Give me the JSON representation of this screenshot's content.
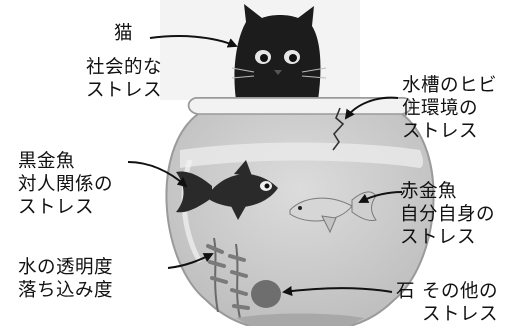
{
  "labels": {
    "cat": [
      "猫",
      "社会的な",
      "ストレス"
    ],
    "crack": [
      "水槽のヒビ",
      "住環境の",
      "ストレス"
    ],
    "black_goldfish": [
      "黒金魚",
      "対人関係の",
      "ストレス"
    ],
    "red_goldfish": [
      "赤金魚",
      "自分自身の",
      "ストレス"
    ],
    "water": [
      "水の透明度",
      "落ち込み度"
    ],
    "stone": [
      "石",
      "その他の",
      "ストレス"
    ]
  },
  "colors": {
    "ink": "#111111",
    "water": "#cfcfcf",
    "water_surface": "#e9e9e9",
    "bowl_edge": "#9a9a9a",
    "cat": "#1c1c1c",
    "black_fish": "#2a2a2a",
    "red_fish": "#d6d6d6",
    "stone": "#6e6e6e",
    "plant": "#7a7a7a"
  }
}
